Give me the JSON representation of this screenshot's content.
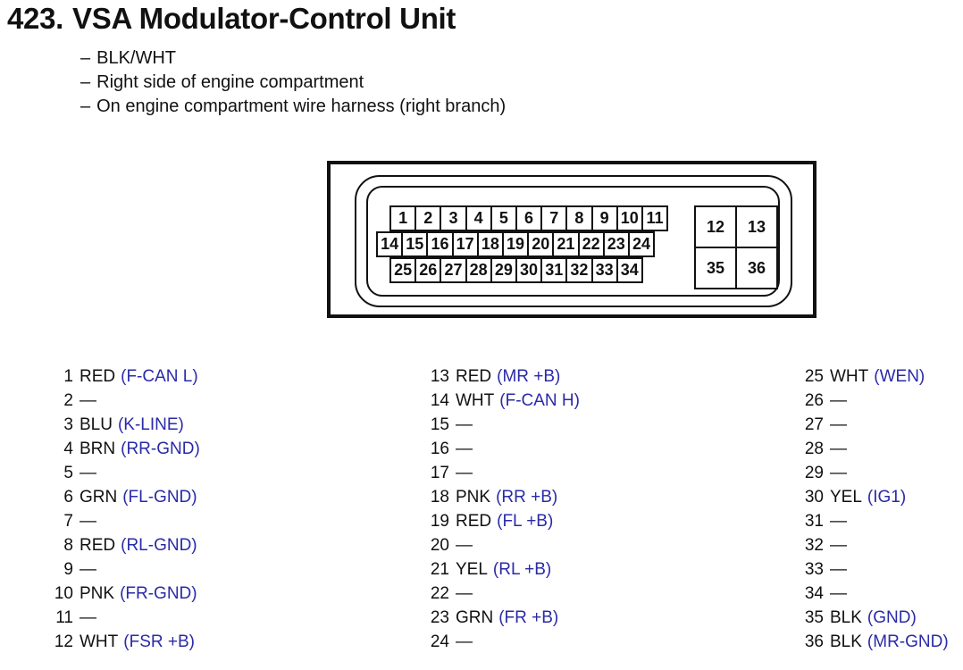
{
  "title": {
    "number": "423.",
    "text": "VSA Modulator-Control Unit"
  },
  "notes": [
    {
      "dash": "–",
      "text": "BLK/WHT"
    },
    {
      "dash": "–",
      "text": "Right side of engine compartment"
    },
    {
      "dash": "–",
      "text": "On engine compartment wire harness (right branch)"
    }
  ],
  "connector": {
    "row1": [
      "1",
      "2",
      "3",
      "4",
      "5",
      "6",
      "7",
      "8",
      "9",
      "10",
      "11"
    ],
    "row2": [
      "14",
      "15",
      "16",
      "17",
      "18",
      "19",
      "20",
      "21",
      "22",
      "23",
      "24"
    ],
    "row3": [
      "25",
      "26",
      "27",
      "28",
      "29",
      "30",
      "31",
      "32",
      "33",
      "34"
    ],
    "grid": [
      "12",
      "13",
      "35",
      "36"
    ]
  },
  "pins": [
    [
      {
        "num": "1",
        "wire": "RED",
        "signal": "(F-CAN L)"
      },
      {
        "num": "2",
        "wire": "—",
        "signal": ""
      },
      {
        "num": "3",
        "wire": "BLU",
        "signal": "(K-LINE)"
      },
      {
        "num": "4",
        "wire": "BRN",
        "signal": "(RR-GND)"
      },
      {
        "num": "5",
        "wire": "—",
        "signal": ""
      },
      {
        "num": "6",
        "wire": "GRN",
        "signal": "(FL-GND)"
      },
      {
        "num": "7",
        "wire": "—",
        "signal": ""
      },
      {
        "num": "8",
        "wire": "RED",
        "signal": "(RL-GND)"
      },
      {
        "num": "9",
        "wire": "—",
        "signal": ""
      },
      {
        "num": "10",
        "wire": "PNK",
        "signal": "(FR-GND)"
      },
      {
        "num": "11",
        "wire": "—",
        "signal": ""
      },
      {
        "num": "12",
        "wire": "WHT",
        "signal": "(FSR +B)"
      }
    ],
    [
      {
        "num": "13",
        "wire": "RED",
        "signal": "(MR +B)"
      },
      {
        "num": "14",
        "wire": "WHT",
        "signal": "(F-CAN H)"
      },
      {
        "num": "15",
        "wire": "—",
        "signal": ""
      },
      {
        "num": "16",
        "wire": "—",
        "signal": ""
      },
      {
        "num": "17",
        "wire": "—",
        "signal": ""
      },
      {
        "num": "18",
        "wire": "PNK",
        "signal": "(RR +B)"
      },
      {
        "num": "19",
        "wire": "RED",
        "signal": "(FL +B)"
      },
      {
        "num": "20",
        "wire": "—",
        "signal": ""
      },
      {
        "num": "21",
        "wire": "YEL",
        "signal": "(RL +B)"
      },
      {
        "num": "22",
        "wire": "—",
        "signal": ""
      },
      {
        "num": "23",
        "wire": "GRN",
        "signal": "(FR +B)"
      },
      {
        "num": "24",
        "wire": "—",
        "signal": ""
      }
    ],
    [
      {
        "num": "25",
        "wire": "WHT",
        "signal": "(WEN)"
      },
      {
        "num": "26",
        "wire": "—",
        "signal": ""
      },
      {
        "num": "27",
        "wire": "—",
        "signal": ""
      },
      {
        "num": "28",
        "wire": "—",
        "signal": ""
      },
      {
        "num": "29",
        "wire": "—",
        "signal": ""
      },
      {
        "num": "30",
        "wire": "YEL",
        "signal": "(IG1)"
      },
      {
        "num": "31",
        "wire": "—",
        "signal": ""
      },
      {
        "num": "32",
        "wire": "—",
        "signal": ""
      },
      {
        "num": "33",
        "wire": "—",
        "signal": ""
      },
      {
        "num": "34",
        "wire": "—",
        "signal": ""
      },
      {
        "num": "35",
        "wire": "BLK",
        "signal": "(GND)"
      },
      {
        "num": "36",
        "wire": "BLK",
        "signal": "(MR-GND)"
      }
    ]
  ]
}
